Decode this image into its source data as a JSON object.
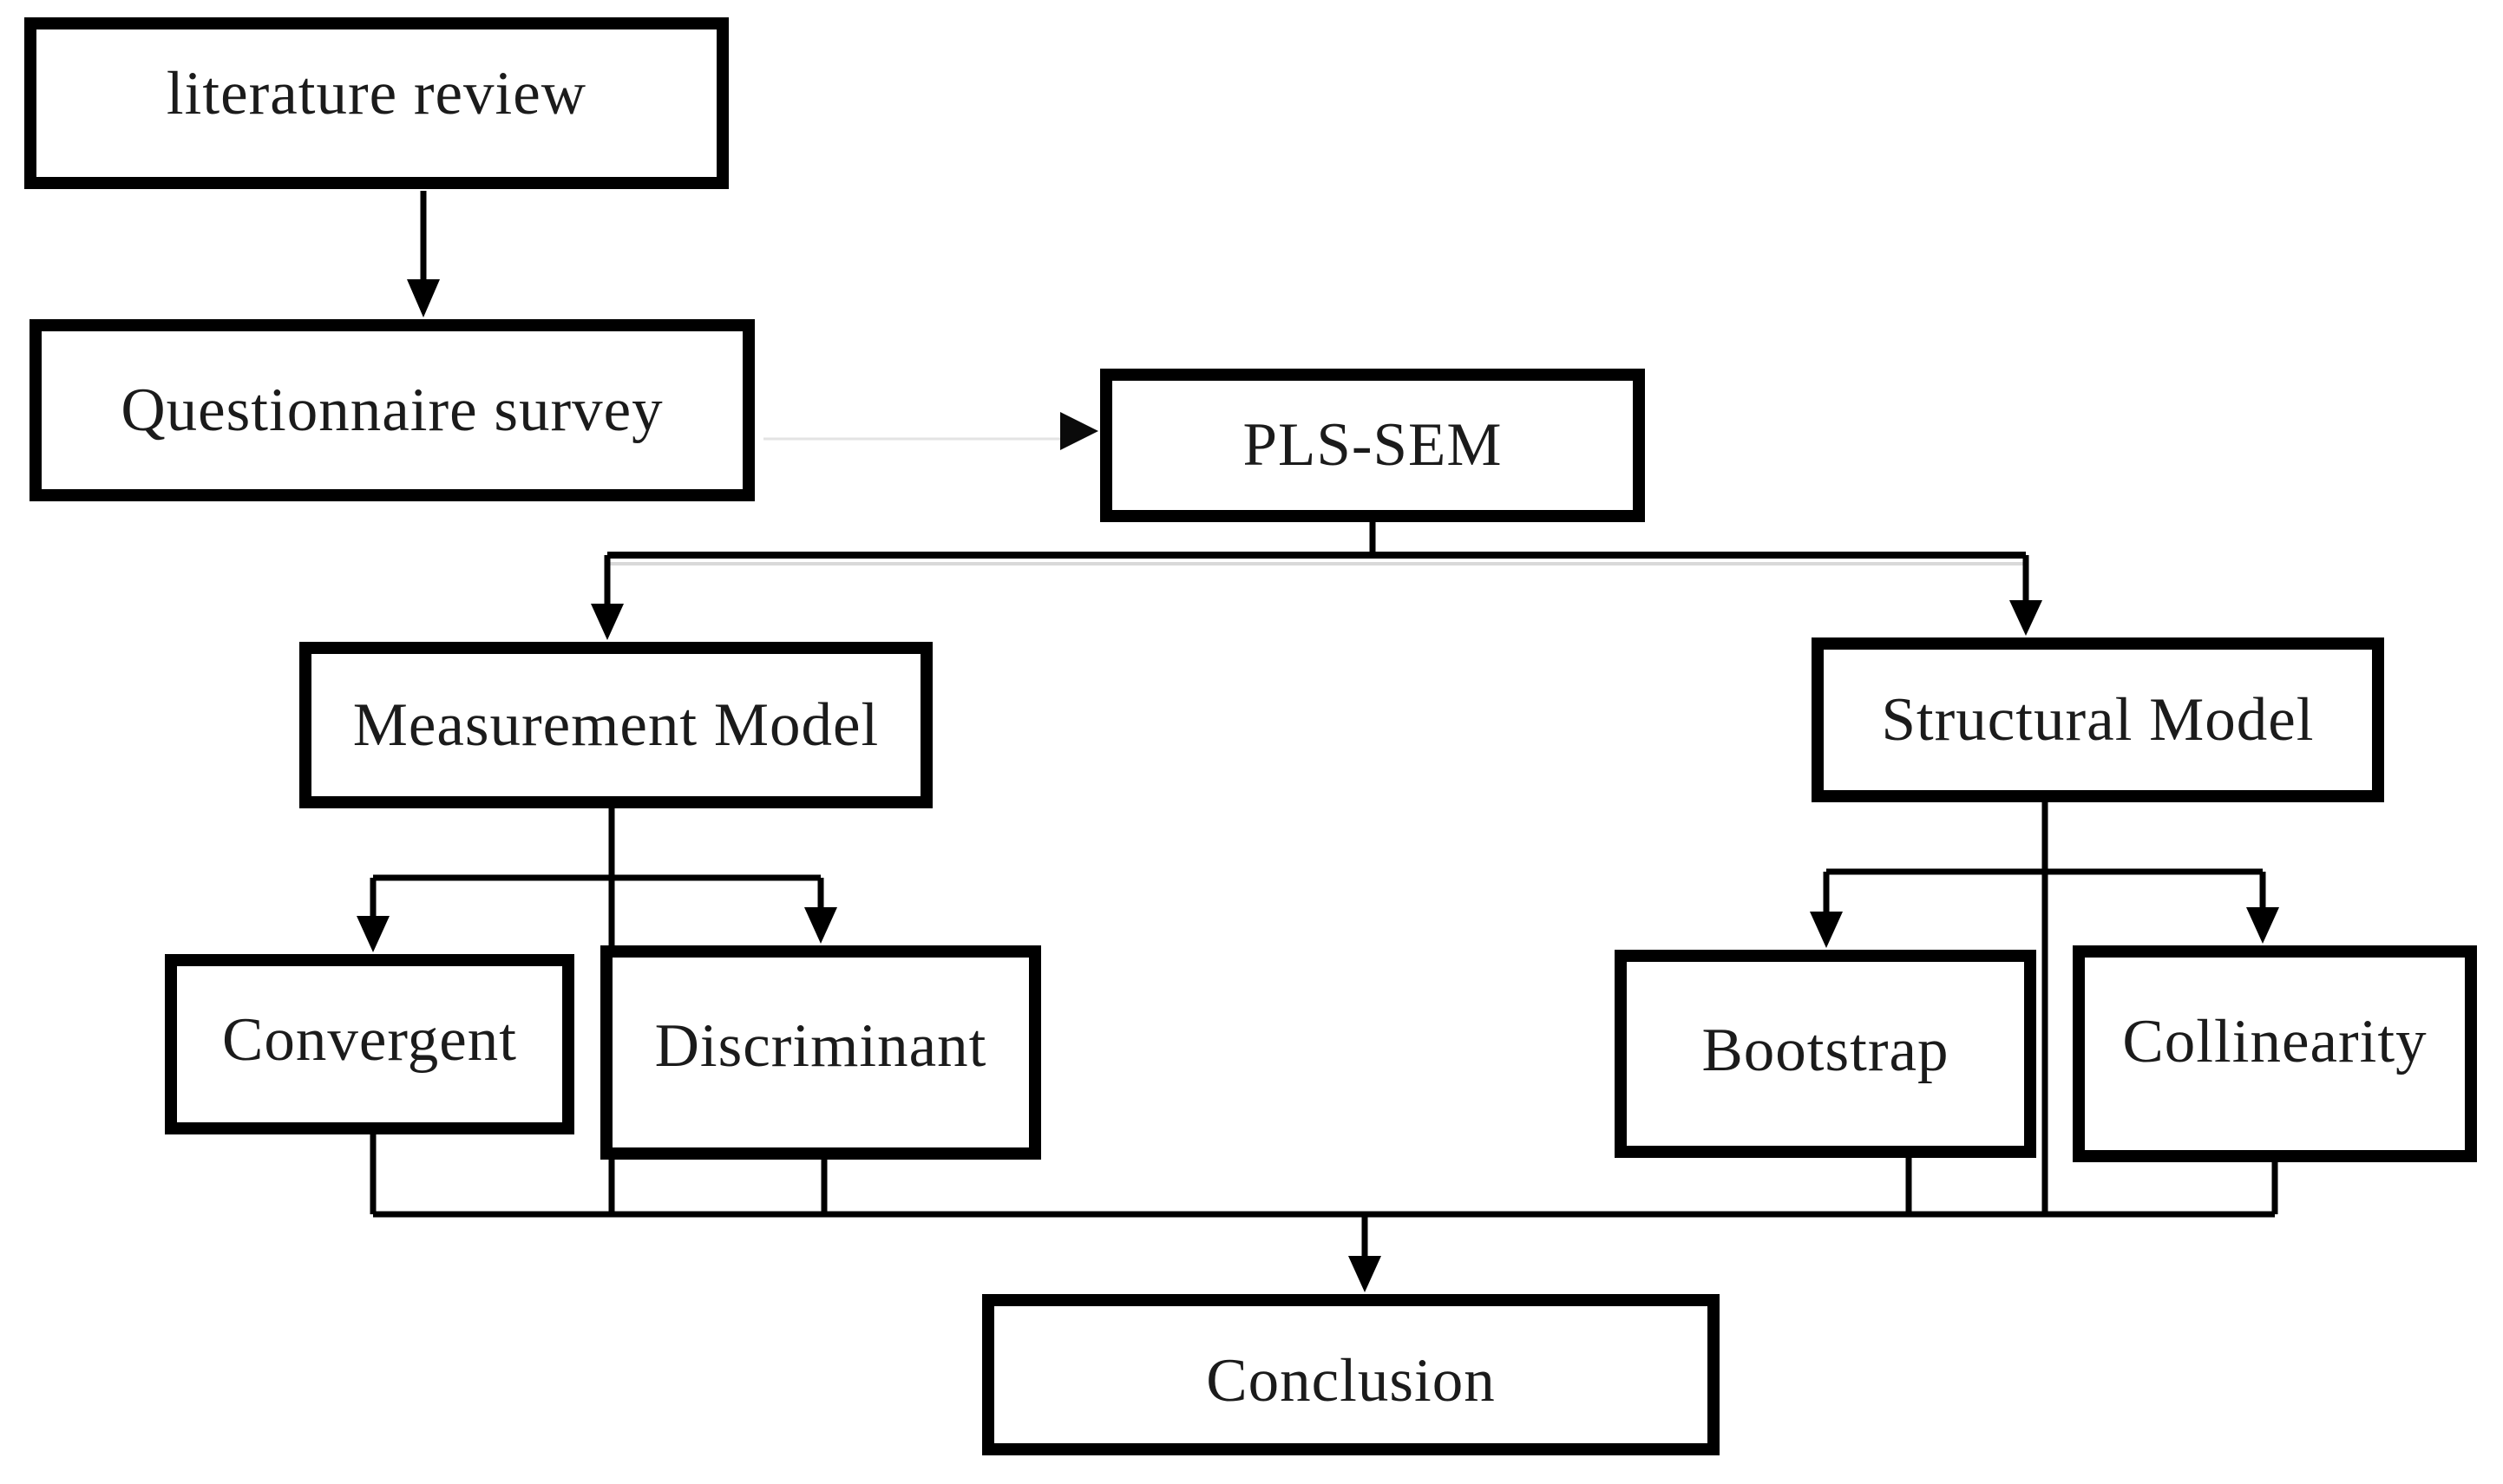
{
  "page": {
    "background": "#ffffff",
    "description": "Research methodology flowchart (PLS-SEM analysis process)"
  },
  "diagram": {
    "type": "flowchart",
    "colors": {
      "box_border": "#000000",
      "box_fill": "#ffffff",
      "text": "#1b1b1b",
      "connector": "#000000",
      "survey_arrow_start": "#161616",
      "survey_arrow_end": "#8c8c8c",
      "scan_echo": "#d9d9d9"
    },
    "nodes": {
      "literature_review": {
        "label": "literature review"
      },
      "questionnaire_survey": {
        "label": "Questionnaire survey"
      },
      "pls_sem": {
        "label": "PLS-SEM"
      },
      "measurement_model": {
        "label": "Measurement Model"
      },
      "structural_model": {
        "label": "Structural Model"
      },
      "convergent": {
        "label": "Convergent"
      },
      "discriminant": {
        "label": "Discriminant"
      },
      "bootstrap": {
        "label": "Bootstrap"
      },
      "collinearity": {
        "label": "Collinearity"
      },
      "conclusion": {
        "label": "Conclusion"
      }
    },
    "edges": [
      {
        "from": "literature_review",
        "to": "questionnaire_survey",
        "arrowhead": true,
        "stroke": "black"
      },
      {
        "from": "questionnaire_survey",
        "to": "pls_sem",
        "arrowhead": true,
        "stroke": "gray-fade"
      },
      {
        "from": "pls_sem",
        "to": "measurement_model",
        "arrowhead": true,
        "stroke": "black"
      },
      {
        "from": "pls_sem",
        "to": "structural_model",
        "arrowhead": true,
        "stroke": "black"
      },
      {
        "from": "measurement_model",
        "to": "convergent",
        "arrowhead": true,
        "stroke": "black"
      },
      {
        "from": "measurement_model",
        "to": "discriminant",
        "arrowhead": true,
        "stroke": "black"
      },
      {
        "from": "structural_model",
        "to": "bootstrap",
        "arrowhead": true,
        "stroke": "black"
      },
      {
        "from": "structural_model",
        "to": "collinearity",
        "arrowhead": true,
        "stroke": "black"
      },
      {
        "from": "convergent",
        "to": "conclusion",
        "arrowhead": false,
        "stroke": "black",
        "via": "bottom-collector"
      },
      {
        "from": "discriminant",
        "to": "conclusion",
        "arrowhead": false,
        "stroke": "black",
        "via": "bottom-collector"
      },
      {
        "from": "bootstrap",
        "to": "conclusion",
        "arrowhead": false,
        "stroke": "black",
        "via": "bottom-collector"
      },
      {
        "from": "collinearity",
        "to": "conclusion",
        "arrowhead": true,
        "stroke": "black",
        "via": "bottom-collector"
      }
    ]
  }
}
